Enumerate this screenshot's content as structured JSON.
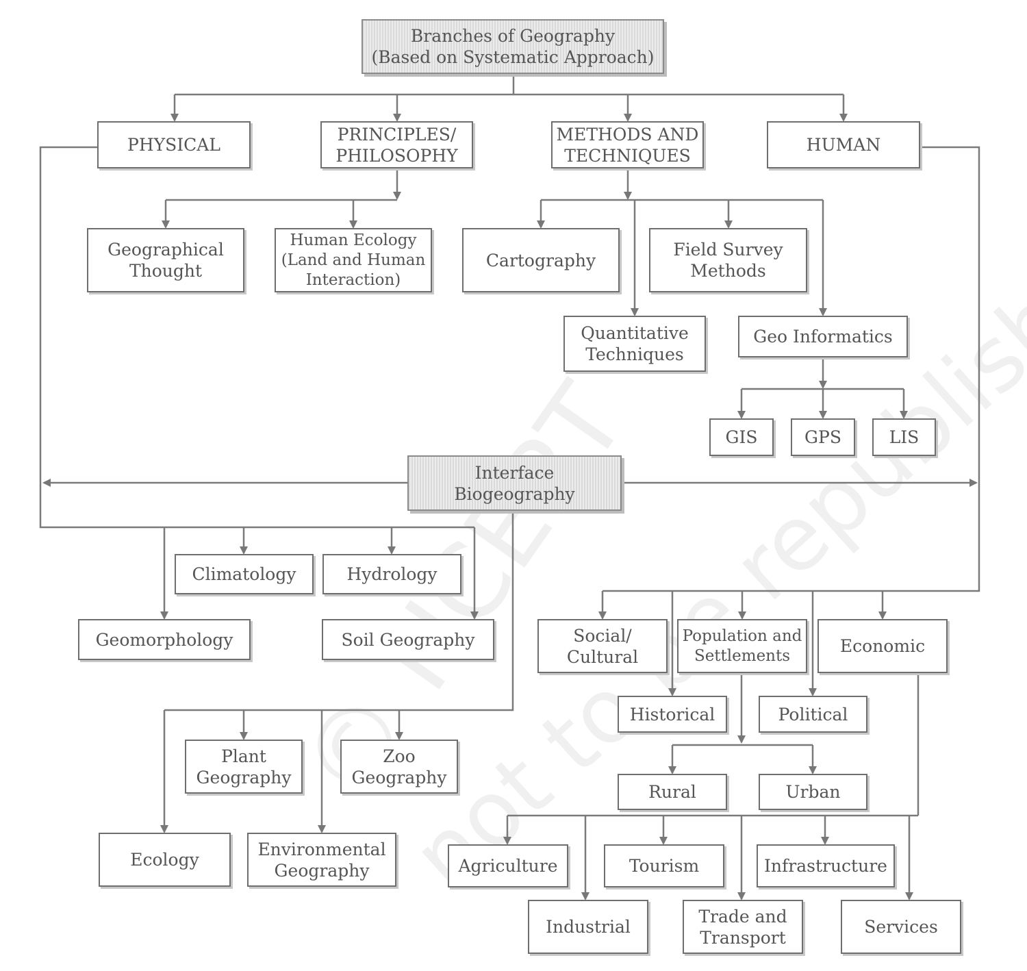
{
  "watermark": {
    "line1": "© NCERT",
    "line2": "not to be republished"
  },
  "nodes": {
    "root": "Branches of Geography\n(Based on Systematic Approach)",
    "physical": "PHYSICAL",
    "principles": "PRINCIPLES/\nPHILOSOPHY",
    "methods": "METHODS AND\nTECHNIQUES",
    "human": "HUMAN",
    "geo_thought": "Geographical\nThought",
    "human_ecology": "Human Ecology\n(Land and Human\nInteraction)",
    "cartography": "Cartography",
    "field_survey": "Field Survey\nMethods",
    "quantitative": "Quantitative\nTechniques",
    "geo_informatics": "Geo Informatics",
    "gis": "GIS",
    "gps": "GPS",
    "lis": "LIS",
    "interface": "Interface\nBiogeography",
    "climatology": "Climatology",
    "hydrology": "Hydrology",
    "geomorphology": "Geomorphology",
    "soil_geography": "Soil Geography",
    "plant_geography": "Plant\nGeography",
    "zoo_geography": "Zoo\nGeography",
    "ecology": "Ecology",
    "environmental": "Environmental\nGeography",
    "social_cultural": "Social/\nCultural",
    "population": "Population and\nSettlements",
    "economic": "Economic",
    "historical": "Historical",
    "political": "Political",
    "rural": "Rural",
    "urban": "Urban",
    "agriculture": "Agriculture",
    "tourism": "Tourism",
    "infrastructure": "Infrastructure",
    "industrial": "Industrial",
    "trade": "Trade and\nTransport",
    "services": "Services"
  }
}
